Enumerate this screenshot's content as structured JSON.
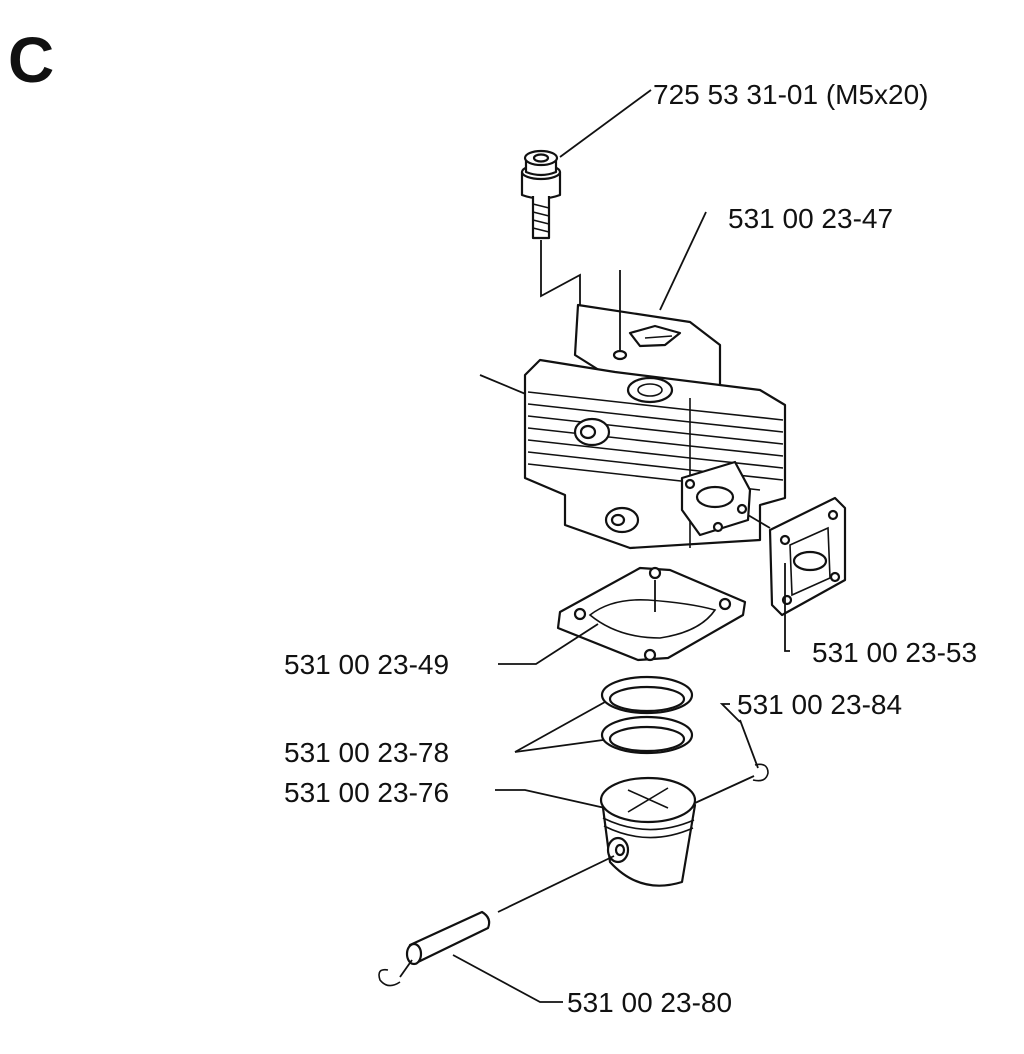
{
  "section_letter": "C",
  "parts": {
    "screw": "725 53 31-01 (M5x20)",
    "cylinder": "531 00 23-47",
    "exhaust_gasket": "531 00 23-53",
    "cylinder_gasket": "531 00 23-49",
    "retainer": "531 00 23-84",
    "piston_rings": "531 00 23-78",
    "piston": "531 00 23-76",
    "piston_pin": "531 00 23-80"
  }
}
